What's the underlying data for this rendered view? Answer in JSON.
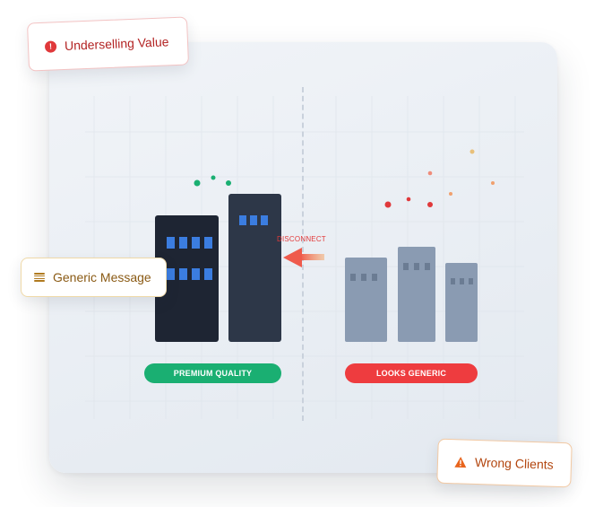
{
  "callouts": {
    "underselling": {
      "label": "Underselling Value",
      "icon": "alert-circle-icon",
      "color": "#e0393b"
    },
    "generic": {
      "label": "Generic Message",
      "icon": "text-lines-icon",
      "color": "#b07a1f"
    },
    "wrong_clients": {
      "label": "Wrong Clients",
      "icon": "warning-triangle-icon",
      "color": "#e8641c"
    }
  },
  "illustration": {
    "left_tag": "PREMIUM QUALITY",
    "right_tag": "LOOKS GENERIC",
    "arrow_label": "DISCONNECT"
  },
  "colors": {
    "premium_green": "#1aaf72",
    "generic_red": "#ee3c3f",
    "dark_building": "#1e2533",
    "slate_building": "#2d3748",
    "muted_building": "#8a9bb2",
    "window_blue": "#3b7de0"
  }
}
